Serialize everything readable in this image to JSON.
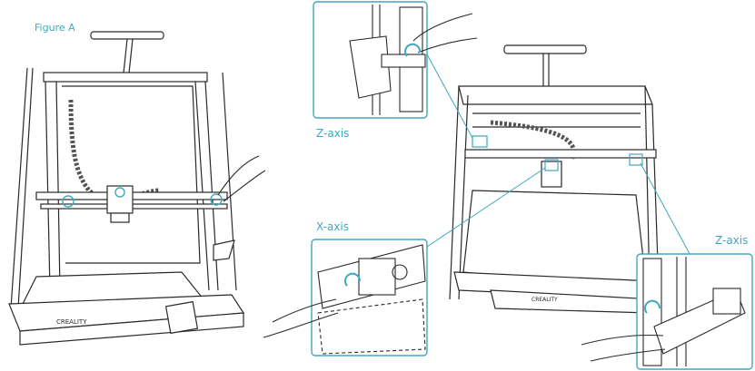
{
  "figure_label": "Figure A",
  "callouts": {
    "z_axis_top": "Z-axis",
    "x_axis": "X-axis",
    "z_axis_right": "Z-axis"
  },
  "brand_text": "CREALITY",
  "colors": {
    "accent": "#3ea8bf",
    "line": "#2a2a2a",
    "frame_fill": "#ffffff"
  }
}
